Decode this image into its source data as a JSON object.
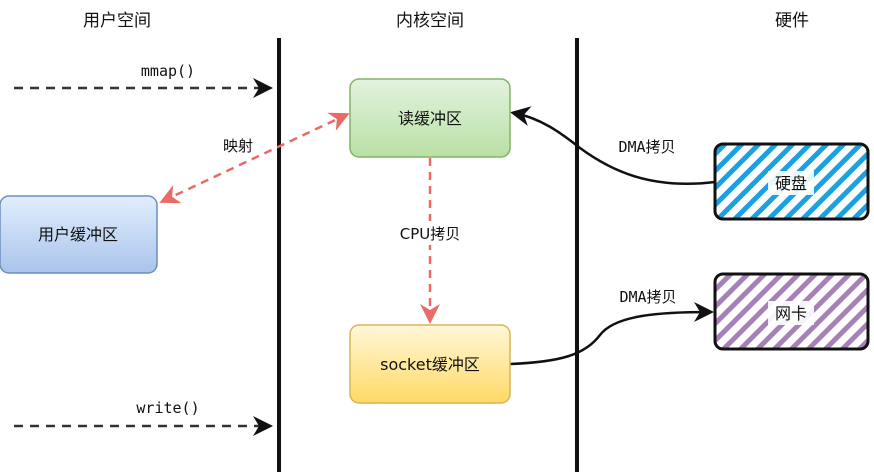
{
  "headers": {
    "user_space": "用户空间",
    "kernel_space": "内核空间",
    "hardware": "硬件"
  },
  "boxes": {
    "read_buffer": "读缓冲区",
    "user_buffer": "用户缓冲区",
    "socket_buffer": "socket缓冲区",
    "disk": "硬盘",
    "nic": "网卡"
  },
  "edges": {
    "mmap": "mmap()",
    "write": "write()",
    "mapping": "映射",
    "cpu_copy": "CPU拷贝",
    "dma_copy_disk": "DMA拷贝",
    "dma_copy_nic": "DMA拷贝"
  },
  "colors": {
    "read_buffer_fill": "#d5e8d4",
    "read_buffer_stroke": "#82b366",
    "user_buffer_fill": "#dae8fc",
    "user_buffer_stroke": "#6c8ebf",
    "socket_buffer_fill": "#fff2cc",
    "socket_buffer_stroke": "#d6b656",
    "disk_hatch": "#1ba1e2",
    "nic_hatch": "#a680b8",
    "dashed_red": "#ea6b66"
  }
}
